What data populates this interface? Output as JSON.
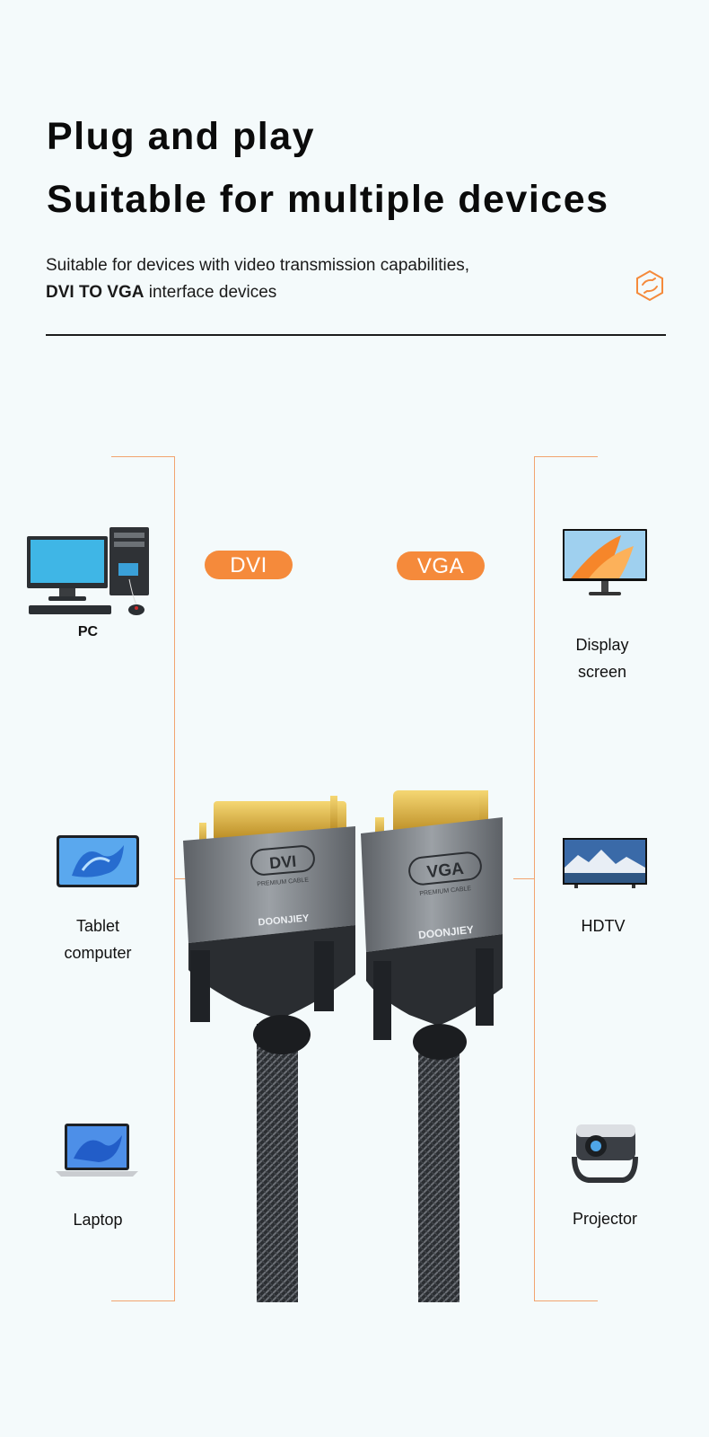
{
  "heading": {
    "line1": "Plug and play",
    "line2": "Suitable for multiple devices"
  },
  "description": {
    "line1": "Suitable for devices with video transmission capabilities,",
    "line2_bold": "DVI TO VGA",
    "line2_rest": " interface devices"
  },
  "badges": {
    "left": "DVI",
    "right": "VGA"
  },
  "devices_left": [
    {
      "label": "PC",
      "icon": "desktop-pc-icon"
    },
    {
      "label_line1": "Tablet",
      "label_line2": "computer",
      "icon": "tablet-icon"
    },
    {
      "label": "Laptop",
      "icon": "laptop-icon"
    }
  ],
  "devices_right": [
    {
      "label_line1": "Display",
      "label_line2": "screen",
      "icon": "monitor-icon"
    },
    {
      "label": "HDTV",
      "icon": "tv-icon"
    },
    {
      "label": "Projector",
      "icon": "projector-icon"
    }
  ],
  "cable": {
    "dvi_label": "DVI",
    "vga_label": "VGA",
    "sub_label": "PREMIUM CABLE",
    "brand": "DOONJIEY"
  },
  "colors": {
    "accent": "#f58a3b",
    "line": "#ef9a5c",
    "background": "#f4fafb"
  }
}
